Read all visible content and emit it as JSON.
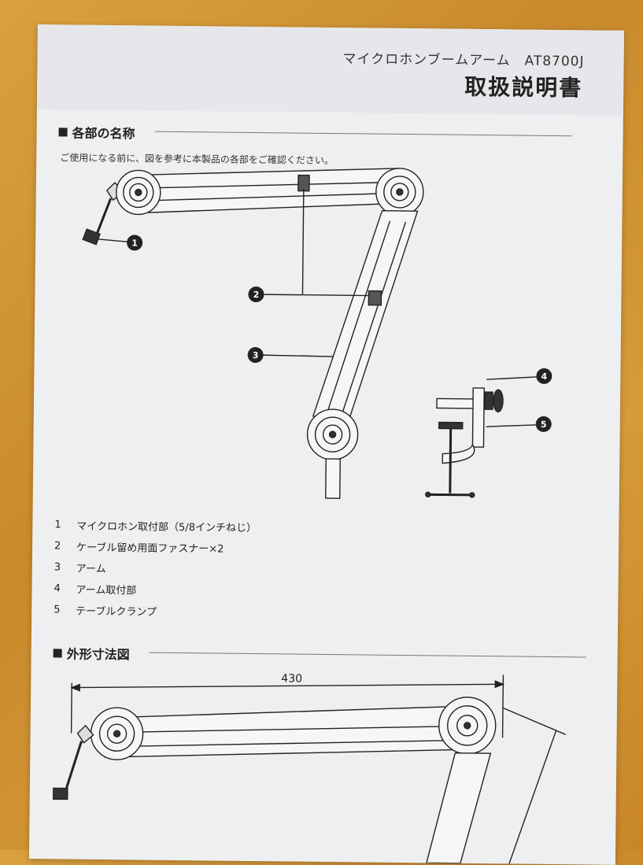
{
  "header": {
    "subtitle": "マイクロホンブームアーム　AT8700J",
    "title": "取扱説明書"
  },
  "sections": {
    "parts": {
      "heading": "各部の名称",
      "intro": "ご使用になる前に、図を参考に本製品の各部をご確認ください。"
    },
    "dimensions": {
      "heading": "外形寸法図",
      "width_label": "430"
    }
  },
  "callouts": [
    "1",
    "2",
    "3",
    "4",
    "5"
  ],
  "parts_list": [
    {
      "num": "1",
      "label": "マイクロホン取付部（5/8インチねじ）"
    },
    {
      "num": "2",
      "label": "ケーブル留め用面ファスナー×2"
    },
    {
      "num": "3",
      "label": "アーム"
    },
    {
      "num": "4",
      "label": "アーム取付部"
    },
    {
      "num": "5",
      "label": "テーブルクランプ"
    }
  ]
}
